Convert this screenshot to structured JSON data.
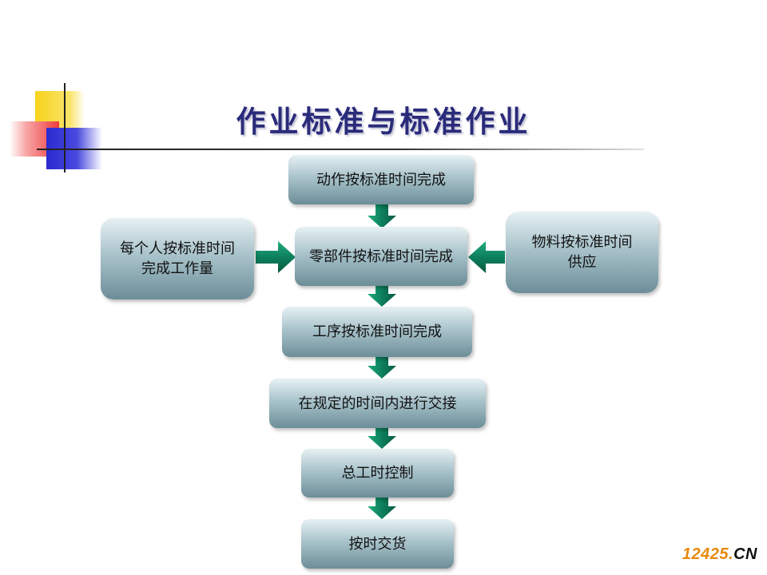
{
  "title": "作业标准与标准作业",
  "colors": {
    "title": "#2a2b7a",
    "arrow": "#0d7f5c",
    "box_light": "#e7f1f4",
    "box_dark": "#6c8e98",
    "watermark": "#e88a0c"
  },
  "flow": {
    "step1": "动作按标准时间完成",
    "step2": "零部件按标准时间完成",
    "step3": "工序按标准时间完成",
    "step4": "在规定的时间内进行交接",
    "step5": "总工时控制",
    "step6": "按时交货",
    "left_input": [
      "每个人按标准时间",
      "完成工作量"
    ],
    "right_input": [
      "物料按标准时间",
      "供应"
    ]
  },
  "watermark": {
    "number": "12425",
    "dot": ".",
    "suffix": "CN"
  }
}
